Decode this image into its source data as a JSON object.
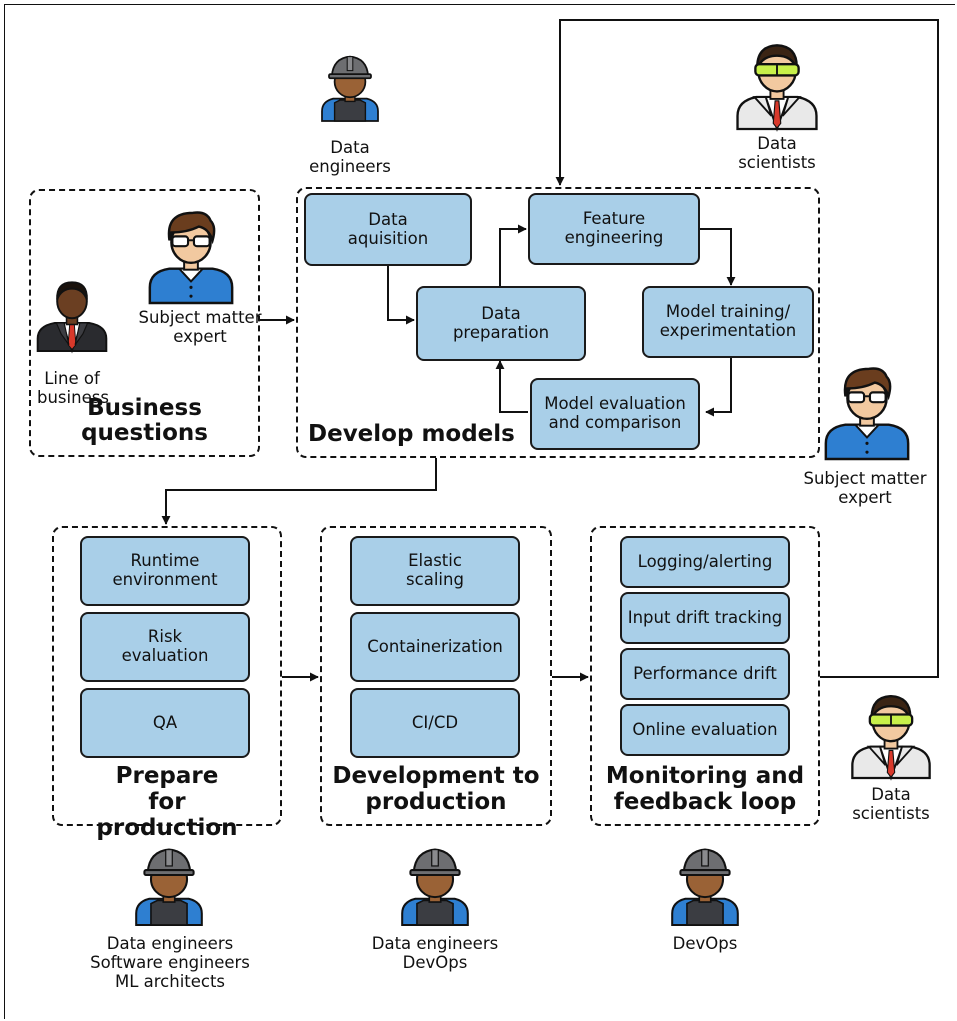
{
  "groups": {
    "business": "Business questions",
    "develop": "Develop models",
    "prepare": "Prepare for production",
    "development": "Development to production",
    "monitoring": "Monitoring and feedback loop"
  },
  "steps": {
    "data_acquisition": "Data aquisition",
    "data_preparation": "Data preparation",
    "feature_engineering": "Feature engineering",
    "model_training": "Model training/ experimentation",
    "model_evaluation": "Model evaluation and comparison",
    "runtime_environment": "Runtime environment",
    "risk_evaluation": "Risk evaluation",
    "qa": "QA",
    "elastic_scaling": "Elastic scaling",
    "containerization": "Containerization",
    "ci_cd": "CI/CD",
    "logging_alerting": "Logging/alerting",
    "input_drift": "Input drift tracking",
    "performance_drift": "Performance drift",
    "online_evaluation": "Online evaluation"
  },
  "roles": {
    "data_engineers_top": "Data engineers",
    "data_scientists_top": "Data scientists",
    "subject_matter_expert_left": "Subject matter expert",
    "line_of_business": "Line of business",
    "subject_matter_expert_right": "Subject matter expert",
    "data_scientists_right": "Data scientists",
    "prepare_team": "Data engineers Software engineers ML architects",
    "development_team": "Data engineers DevOps",
    "monitoring_team": "DevOps"
  },
  "icons": {
    "engineer": "hard-hat-worker-icon",
    "scientist": "scientist-with-goggles-icon",
    "expert": "expert-with-glasses-icon",
    "business": "businessman-icon"
  },
  "colors": {
    "step_fill": "#a9cfe8",
    "outline": "#1a1a1a",
    "shirt_blue": "#2e7fd1",
    "skin_dark": "#9a6236",
    "skin_light": "#f2c9a0",
    "hair_brown": "#6a3d1e",
    "helmet_gray": "#6d6e71",
    "coat_gray": "#e9e9e9",
    "tie_red": "#d8392b"
  }
}
